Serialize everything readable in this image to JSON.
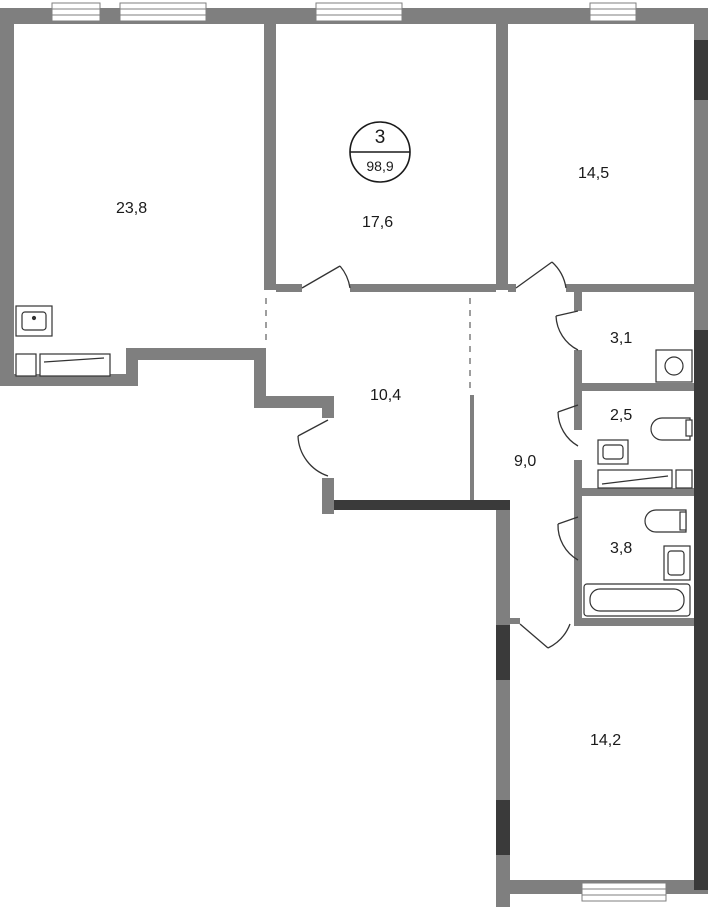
{
  "plan": {
    "rooms_count": "3",
    "total_area": "98,9",
    "rooms": [
      {
        "id": "living-room",
        "area": "23,8"
      },
      {
        "id": "bedroom-center",
        "area": "17,6"
      },
      {
        "id": "bedroom-right",
        "area": "14,5"
      },
      {
        "id": "hall",
        "area": "10,4"
      },
      {
        "id": "corridor",
        "area": "9,0"
      },
      {
        "id": "storage",
        "area": "3,1"
      },
      {
        "id": "toilet",
        "area": "2,5"
      },
      {
        "id": "bathroom",
        "area": "3,8"
      },
      {
        "id": "bedroom-bottom",
        "area": "14,2"
      }
    ]
  },
  "colors": {
    "wall": "#7f7f7f",
    "wall_dark": "#3a3a3a",
    "line": "#333333",
    "background": "#ffffff"
  }
}
